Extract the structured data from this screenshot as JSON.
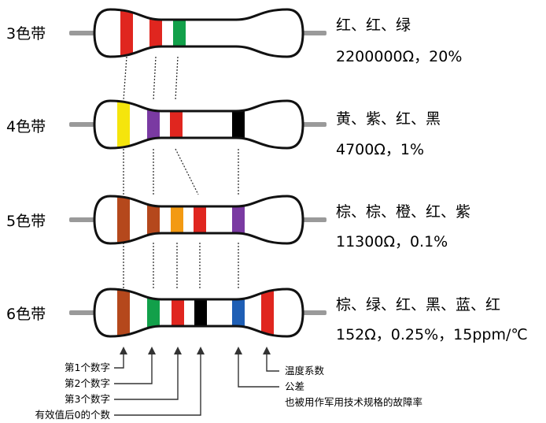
{
  "rows": [
    {
      "label": "3色带",
      "colors_text": "红、红、绿",
      "value_text": "2200000Ω，20%",
      "bands": [
        "#e0261f",
        "#e0261f",
        "#12a04a"
      ]
    },
    {
      "label": "4色带",
      "colors_text": "黄、紫、红、黑",
      "value_text": "4700Ω，1%",
      "bands": [
        "#f5e50c",
        "#7a3aa2",
        "#e0261f",
        "#000000"
      ]
    },
    {
      "label": "5色带",
      "colors_text": "棕、棕、橙、红、紫",
      "value_text": "11300Ω，0.1%",
      "bands": [
        "#b5481c",
        "#b5481c",
        "#f39a12",
        "#e0261f",
        "#7a3aa2"
      ]
    },
    {
      "label": "6色带",
      "colors_text": "棕、绿、红、黑、蓝、红",
      "value_text": "152Ω，0.25%，15ppm/℃",
      "bands": [
        "#b5481c",
        "#12a04a",
        "#e0261f",
        "#000000",
        "#1f5fb5",
        "#e0261f"
      ]
    }
  ],
  "legend_left": [
    "第1个数字",
    "第2个数字",
    "第3个数字",
    "有效值后0的个数"
  ],
  "legend_right": [
    "温度系数",
    "公差",
    "也被用作军用技术规格的故障率"
  ]
}
